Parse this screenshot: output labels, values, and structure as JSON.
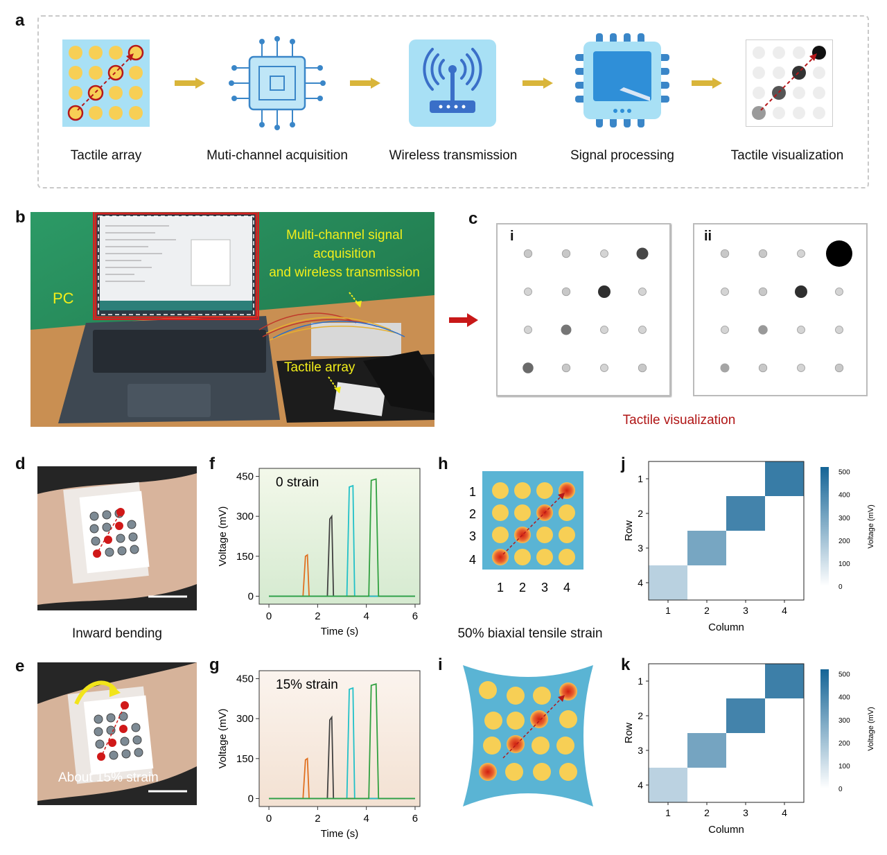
{
  "panel_labels": {
    "a": "a",
    "b": "b",
    "c": "c",
    "d": "d",
    "e": "e",
    "f": "f",
    "g": "g",
    "h": "h",
    "i": "i",
    "j": "j",
    "k": "k"
  },
  "pipeline": {
    "steps": [
      "Tactile array",
      "Muti-channel acquisition",
      "Wireless transmission",
      "Signal processing",
      "Tactile visualization"
    ],
    "arrow_color": "#d9b53a"
  },
  "photo_b": {
    "pc_label": "PC",
    "acq_label_line1": "Multi-channel signal",
    "acq_label_line2": "acquisition",
    "acq_label_line3": "and wireless transmission",
    "array_label": "Tactile array",
    "label_color": "#f2ee1a"
  },
  "panel_c": {
    "sub_i": "i",
    "sub_ii": "ii",
    "caption": "Tactile visualization",
    "caption_color": "#b01515",
    "grid_i": [
      [
        0.15,
        0.15,
        0.1,
        0.7
      ],
      [
        0.1,
        0.15,
        0.8,
        0.1
      ],
      [
        0.1,
        0.5,
        0.1,
        0.1
      ],
      [
        0.55,
        0.15,
        0.1,
        0.15
      ]
    ],
    "grid_ii": [
      [
        0.15,
        0.15,
        0.1,
        1.0
      ],
      [
        0.1,
        0.15,
        0.8,
        0.1
      ],
      [
        0.1,
        0.35,
        0.1,
        0.1
      ],
      [
        0.3,
        0.15,
        0.1,
        0.15
      ]
    ]
  },
  "panel_d": {
    "caption": "Inward bending"
  },
  "panel_e": {
    "overlay": "About 15% strain"
  },
  "panel_h": {
    "caption": "50% biaxial tensile strain",
    "rows": [
      "1",
      "2",
      "3",
      "4"
    ],
    "cols": [
      "1",
      "2",
      "3",
      "4"
    ]
  },
  "chart_data": [
    {
      "id": "f",
      "type": "line",
      "annotation": "0 strain",
      "xlabel": "Time (s)",
      "ylabel": "Voltage (mV)",
      "xlim": [
        -0.4,
        6.2
      ],
      "ylim": [
        -30,
        480
      ],
      "xticks": [
        "0",
        "2",
        "4",
        "6"
      ],
      "yticks": [
        "0",
        "150",
        "300",
        "450"
      ],
      "series": [
        {
          "color": "#e07020",
          "x": [
            0,
            1.4,
            1.5,
            1.58,
            1.65,
            6
          ],
          "y": [
            0,
            0,
            150,
            155,
            0,
            0
          ]
        },
        {
          "color": "#404040",
          "x": [
            0,
            2.4,
            2.5,
            2.58,
            2.65,
            6
          ],
          "y": [
            0,
            0,
            290,
            300,
            0,
            0
          ]
        },
        {
          "color": "#20c0c8",
          "x": [
            0,
            3.2,
            3.3,
            3.45,
            3.52,
            6
          ],
          "y": [
            0,
            0,
            410,
            415,
            0,
            0
          ]
        },
        {
          "color": "#30a040",
          "x": [
            0,
            4.1,
            4.2,
            4.4,
            4.5,
            6
          ],
          "y": [
            0,
            0,
            435,
            440,
            0,
            0
          ]
        }
      ]
    },
    {
      "id": "g",
      "type": "line",
      "annotation": "15% strain",
      "xlabel": "Time (s)",
      "ylabel": "Voltage (mV)",
      "xlim": [
        -0.4,
        6.2
      ],
      "ylim": [
        -30,
        480
      ],
      "xticks": [
        "0",
        "2",
        "4",
        "6"
      ],
      "yticks": [
        "0",
        "150",
        "300",
        "450"
      ],
      "series": [
        {
          "color": "#e07020",
          "x": [
            0,
            1.4,
            1.5,
            1.58,
            1.65,
            6
          ],
          "y": [
            0,
            0,
            145,
            150,
            0,
            0
          ]
        },
        {
          "color": "#404040",
          "x": [
            0,
            2.4,
            2.5,
            2.58,
            2.65,
            6
          ],
          "y": [
            0,
            0,
            295,
            305,
            0,
            0
          ]
        },
        {
          "color": "#20c0c8",
          "x": [
            0,
            3.2,
            3.3,
            3.45,
            3.52,
            6
          ],
          "y": [
            0,
            0,
            410,
            415,
            0,
            0
          ]
        },
        {
          "color": "#30a040",
          "x": [
            0,
            4.1,
            4.2,
            4.4,
            4.5,
            6
          ],
          "y": [
            0,
            0,
            425,
            430,
            0,
            0
          ]
        }
      ]
    },
    {
      "id": "j",
      "type": "heatmap",
      "xlabel": "Column",
      "ylabel": "Row",
      "colorbar_label": "Voltage (mV)",
      "colorbar_ticks": [
        "500",
        "400",
        "300",
        "200",
        "100",
        "0"
      ],
      "rows": [
        "1",
        "2",
        "3",
        "4"
      ],
      "cols": [
        "1",
        "2",
        "3",
        "4"
      ],
      "values": [
        [
          0,
          0,
          0,
          440
        ],
        [
          0,
          0,
          415,
          0
        ],
        [
          0,
          300,
          0,
          0
        ],
        [
          155,
          0,
          0,
          0
        ]
      ],
      "vmax": 520
    },
    {
      "id": "k",
      "type": "heatmap",
      "xlabel": "Column",
      "ylabel": "Row",
      "colorbar_label": "Voltage (mV)",
      "colorbar_ticks": [
        "500",
        "400",
        "300",
        "200",
        "100",
        "0"
      ],
      "rows": [
        "1",
        "2",
        "3",
        "4"
      ],
      "cols": [
        "1",
        "2",
        "3",
        "4"
      ],
      "values": [
        [
          0,
          0,
          0,
          430
        ],
        [
          0,
          0,
          415,
          0
        ],
        [
          0,
          305,
          0,
          0
        ],
        [
          150,
          0,
          0,
          0
        ]
      ],
      "vmax": 520
    }
  ]
}
